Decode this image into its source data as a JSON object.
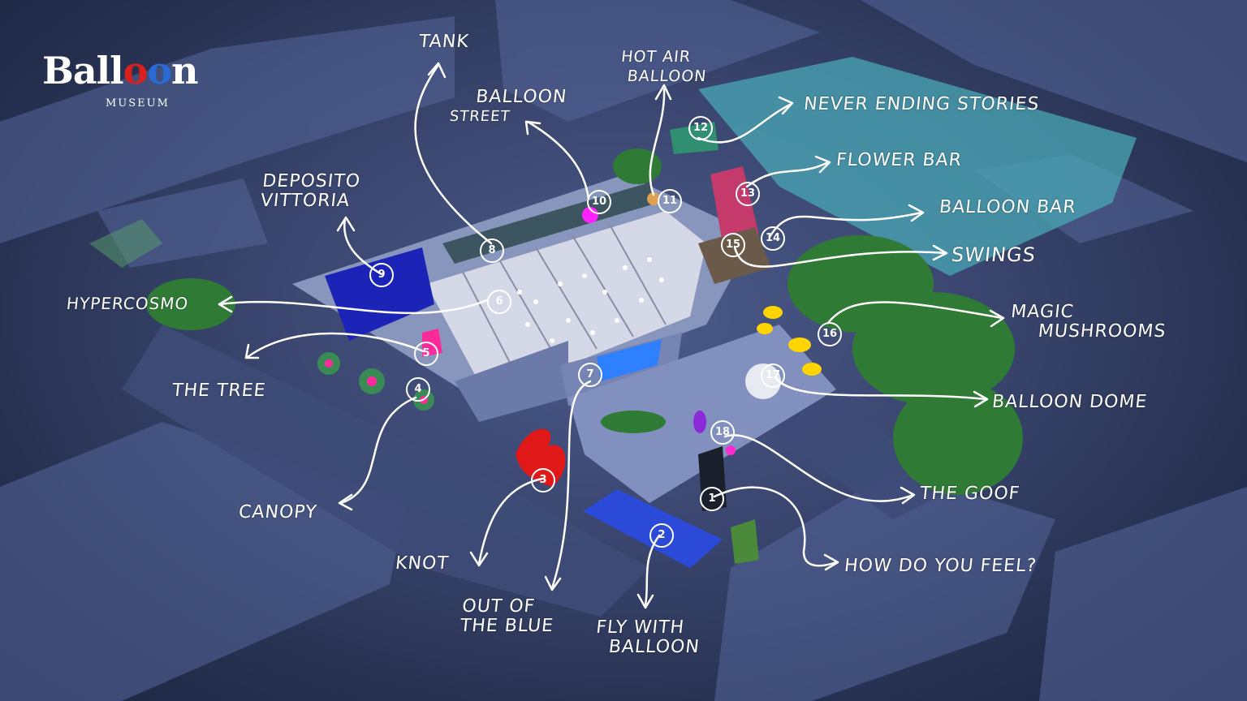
{
  "logo": {
    "word_a": "Ball",
    "word_o1": "o",
    "word_o2": "o",
    "word_n": "n",
    "sub": "MUSEUM"
  },
  "colors": {
    "background": "#2f3a5e",
    "annotation": "#ffffff",
    "logo_red": "#d8201e",
    "logo_blue": "#2a6ad6"
  },
  "labels": {
    "tank": "TANK",
    "balloon_street_1": "BALLOON",
    "balloon_street_2": "STREET",
    "hot_air_1": "HOT AIR",
    "hot_air_2": "BALLOON",
    "never_ending": "NEVER ENDING STORIES",
    "flower_bar": "FLOWER BAR",
    "balloon_bar": "BALLOON BAR",
    "swings": "SWINGS",
    "deposito_1": "DEPOSITO",
    "deposito_2": "VITTORIA",
    "hypercosmo": "HYPERCOSMO",
    "the_tree": "THE TREE",
    "magic_1": "MAGIC",
    "magic_2": "MUSHROOMS",
    "balloon_dome": "BALLOON DOME",
    "canopy": "CANOPY",
    "the_goof": "THE GOOF",
    "knot": "KNOT",
    "how_do_you_feel": "HOW DO YOU FEEL?",
    "out_of_1": "OUT OF",
    "out_of_2": "THE BLUE",
    "fly_1": "FLY WITH",
    "fly_2": "BALLOON"
  },
  "markers": [
    "1",
    "2",
    "3",
    "4",
    "5",
    "6",
    "7",
    "8",
    "9",
    "10",
    "11",
    "12",
    "13",
    "14",
    "15",
    "16",
    "17",
    "18"
  ]
}
